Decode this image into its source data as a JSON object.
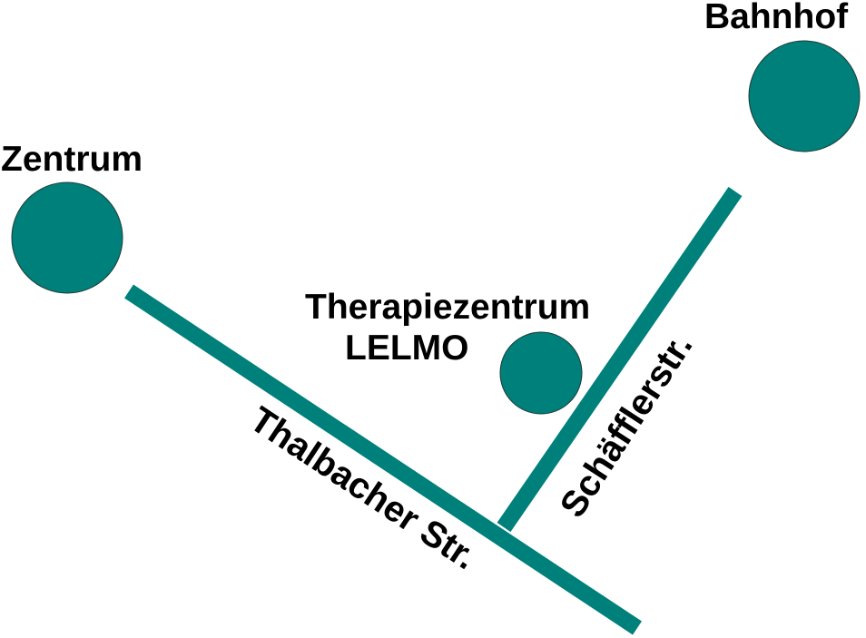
{
  "colors": {
    "accent": "#00807a",
    "text": "#000000",
    "background": "#ffffff"
  },
  "places": {
    "bahnhof": "Bahnhof",
    "zentrum": "Zentrum",
    "therapiezentrum_line1": "Therapiezentrum",
    "therapiezentrum_line2": "LELMO"
  },
  "streets": {
    "thalbacher": "Thalbacher Str.",
    "schaeffler": "Schäfflerstr."
  }
}
